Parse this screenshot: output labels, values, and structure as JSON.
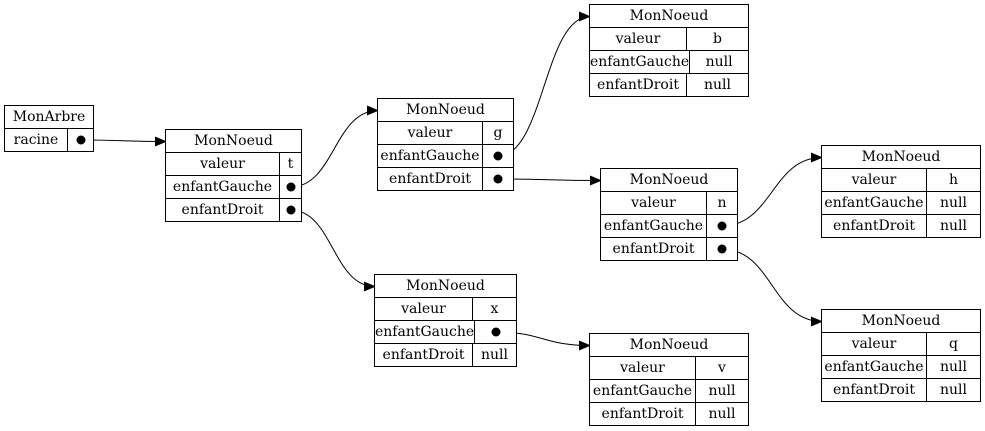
{
  "nodes": [
    {
      "id": "arbre",
      "title": "MonArbre",
      "rows": [
        {
          "label": "racine",
          "value": "",
          "pointer": true
        }
      ]
    },
    {
      "id": "n_t",
      "title": "MonNoeud",
      "rows": [
        {
          "label": "valeur",
          "value": "t"
        },
        {
          "label": "enfantGauche",
          "value": "",
          "pointer": true
        },
        {
          "label": "enfantDroit",
          "value": "",
          "pointer": true
        }
      ]
    },
    {
      "id": "n_g",
      "title": "MonNoeud",
      "rows": [
        {
          "label": "valeur",
          "value": "g"
        },
        {
          "label": "enfantGauche",
          "value": "",
          "pointer": true
        },
        {
          "label": "enfantDroit",
          "value": "",
          "pointer": true
        }
      ]
    },
    {
      "id": "n_b",
      "title": "MonNoeud",
      "rows": [
        {
          "label": "valeur",
          "value": "b"
        },
        {
          "label": "enfantGauche",
          "value": "null"
        },
        {
          "label": "enfantDroit",
          "value": "null"
        }
      ]
    },
    {
      "id": "n_n",
      "title": "MonNoeud",
      "rows": [
        {
          "label": "valeur",
          "value": "n"
        },
        {
          "label": "enfantGauche",
          "value": "",
          "pointer": true
        },
        {
          "label": "enfantDroit",
          "value": "",
          "pointer": true
        }
      ]
    },
    {
      "id": "n_h",
      "title": "MonNoeud",
      "rows": [
        {
          "label": "valeur",
          "value": "h"
        },
        {
          "label": "enfantGauche",
          "value": "null"
        },
        {
          "label": "enfantDroit",
          "value": "null"
        }
      ]
    },
    {
      "id": "n_q",
      "title": "MonNoeud",
      "rows": [
        {
          "label": "valeur",
          "value": "q"
        },
        {
          "label": "enfantGauche",
          "value": "null"
        },
        {
          "label": "enfantDroit",
          "value": "null"
        }
      ]
    },
    {
      "id": "n_x",
      "title": "MonNoeud",
      "rows": [
        {
          "label": "valeur",
          "value": "x"
        },
        {
          "label": "enfantGauche",
          "value": "",
          "pointer": true
        },
        {
          "label": "enfantDroit",
          "value": "null"
        }
      ]
    },
    {
      "id": "n_v",
      "title": "MonNoeud",
      "rows": [
        {
          "label": "valeur",
          "value": "v"
        },
        {
          "label": "enfantGauche",
          "value": "null"
        },
        {
          "label": "enfantDroit",
          "value": "null"
        }
      ]
    }
  ],
  "edges": [
    {
      "from": "arbre",
      "row": 0,
      "to": "n_t"
    },
    {
      "from": "n_t",
      "row": 1,
      "to": "n_g"
    },
    {
      "from": "n_t",
      "row": 2,
      "to": "n_x"
    },
    {
      "from": "n_g",
      "row": 1,
      "to": "n_b"
    },
    {
      "from": "n_g",
      "row": 2,
      "to": "n_n"
    },
    {
      "from": "n_n",
      "row": 1,
      "to": "n_h"
    },
    {
      "from": "n_n",
      "row": 2,
      "to": "n_q"
    },
    {
      "from": "n_x",
      "row": 1,
      "to": "n_v"
    }
  ],
  "colors": {
    "stroke": "#000000",
    "background": "#ffffff"
  }
}
